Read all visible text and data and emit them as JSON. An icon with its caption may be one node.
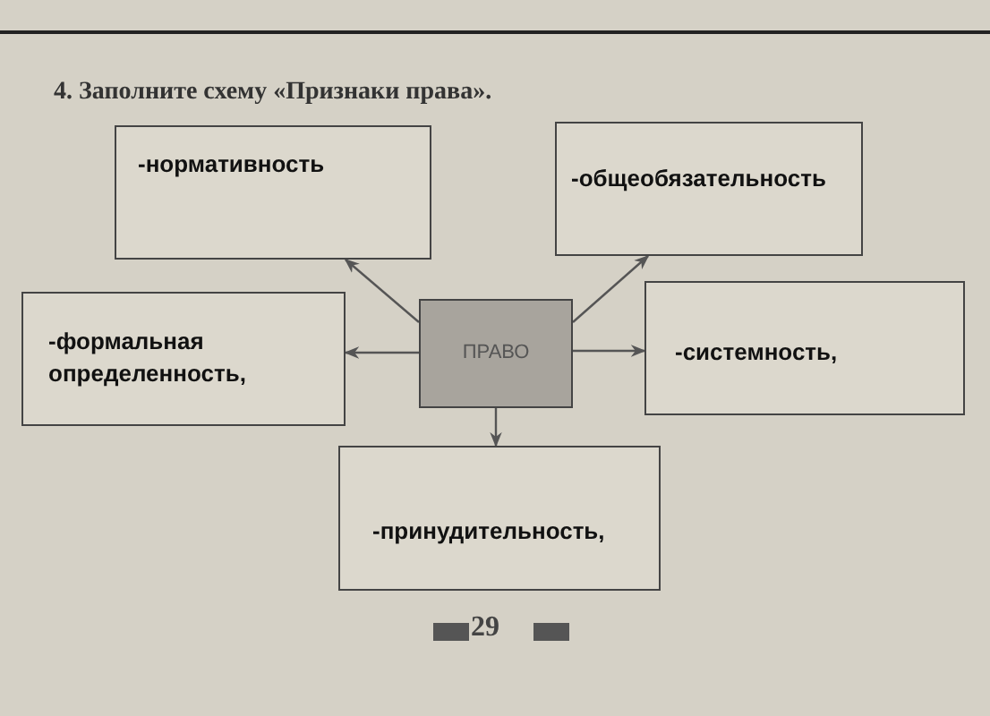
{
  "diagram": {
    "title": "4. Заполните схему «Признаки права».",
    "nodes": [
      {
        "text": [
          "-нормативность"
        ]
      },
      {
        "text": [
          "-общеобязательность"
        ]
      },
      {
        "text": [
          "-формальная определенность,"
        ]
      },
      {
        "text": [
          "ПРАВО"
        ]
      },
      {
        "text": [
          "-системность,"
        ]
      },
      {
        "text": [
          "-принудительность,"
        ]
      }
    ],
    "edges": [
      {
        "from": 3,
        "to": 0,
        "arrow": "to"
      },
      {
        "from": 3,
        "to": 1,
        "arrow": "to"
      },
      {
        "from": 3,
        "to": 2,
        "arrow": "to"
      },
      {
        "from": 3,
        "to": 4,
        "arrow": "to"
      },
      {
        "from": 3,
        "to": 5,
        "arrow": "to"
      }
    ],
    "labels": [
      "29"
    ]
  }
}
